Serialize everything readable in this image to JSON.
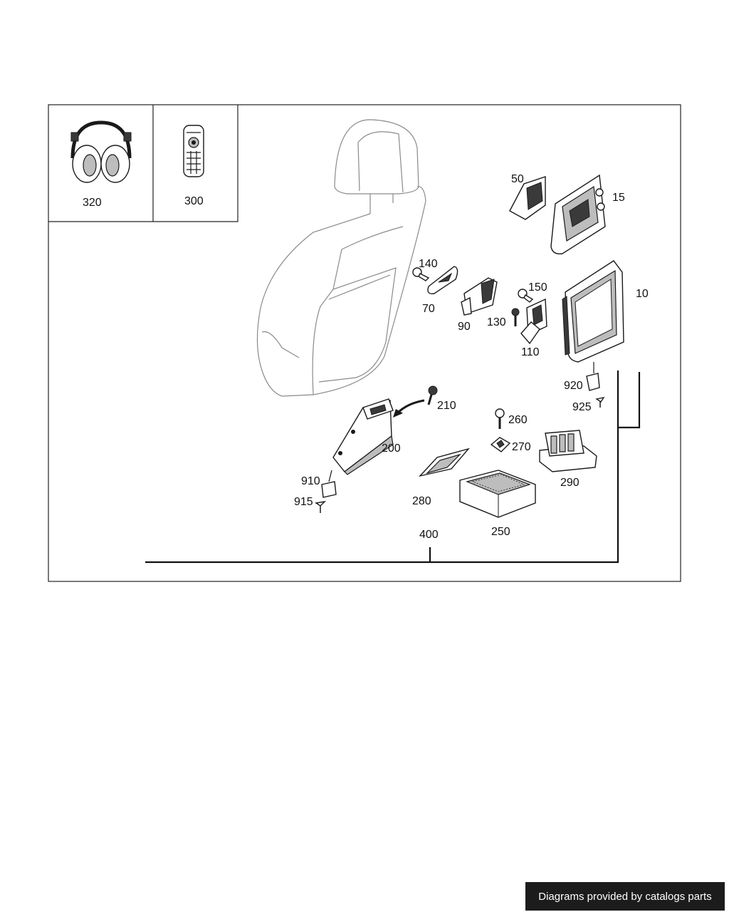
{
  "callouts": {
    "c320": "320",
    "c300": "300",
    "c50": "50",
    "c15": "15",
    "c140": "140",
    "c70": "70",
    "c90": "90",
    "c150": "150",
    "c130": "130",
    "c110": "110",
    "c10": "10",
    "c920": "920",
    "c925": "925",
    "c210": "210",
    "c200": "200",
    "c260": "260",
    "c270": "270",
    "c290": "290",
    "c910": "910",
    "c915": "915",
    "c280": "280",
    "c250": "250",
    "c400": "400"
  },
  "footer": {
    "text": "Diagrams provided by catalogs parts"
  }
}
